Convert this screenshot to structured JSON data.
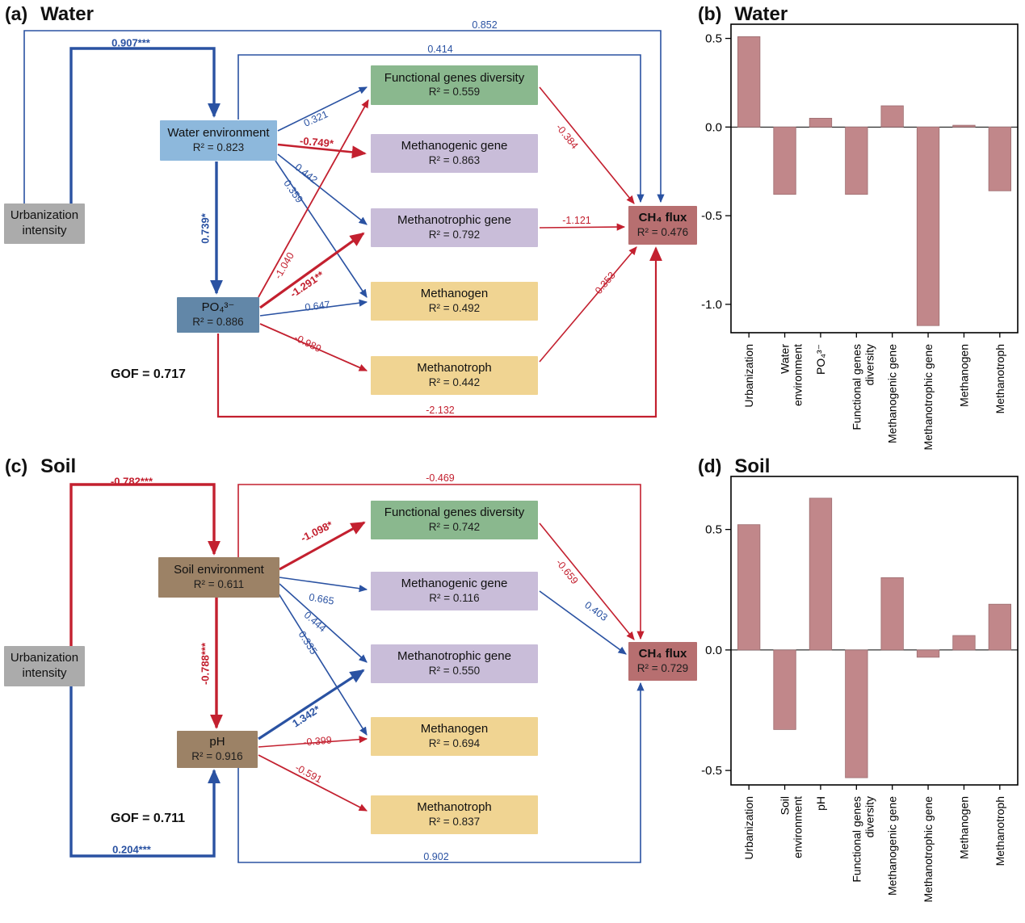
{
  "panel_a": {
    "tag": "(a)",
    "title": "Water",
    "gof": "GOF = 0.717",
    "boxes": {
      "urbanization": {
        "title": "Urbanization\nintensity"
      },
      "water_environment": {
        "title": "Water environment",
        "r2": "R² = 0.823"
      },
      "po4": {
        "title": "PO₄³⁻",
        "r2": "R² = 0.886"
      },
      "functional_genes_diversity": {
        "title": "Functional genes diversity",
        "r2": "R² = 0.559"
      },
      "methanogenic_gene": {
        "title": "Methanogenic gene",
        "r2": "R² = 0.863"
      },
      "methanotrophic_gene": {
        "title": "Methanotrophic gene",
        "r2": "R² = 0.792"
      },
      "methanogen": {
        "title": "Methanogen",
        "r2": "R² = 0.492"
      },
      "methanotroph": {
        "title": "Methanotroph",
        "r2": "R² = 0.442"
      },
      "ch4_flux": {
        "title": "CH₄ flux",
        "r2": "R² = 0.476"
      }
    },
    "edges": {
      "urbanization_to_ch4": "0.852",
      "urbanization_to_water_environment": "0.907***",
      "water_environment_to_ch4": "0.414",
      "water_environment_to_functional_genes_diversity": "0.321",
      "water_environment_to_methanogenic_gene": "-0.749*",
      "water_environment_to_methanotrophic_gene": "0.442",
      "water_environment_to_methanogen": "0.359",
      "water_environment_to_po4": "0.739*",
      "po4_to_functional_genes_diversity": "-1.040",
      "po4_to_methanotrophic_gene": "-1.291**",
      "po4_to_methanogen": "0.647",
      "po4_to_methanotroph": "-0.989",
      "functional_genes_diversity_to_ch4": "-0.384",
      "methanotrophic_gene_to_ch4": "-1.121",
      "methanotroph_to_ch4": "-0.353",
      "po4_to_ch4": "-2.132"
    }
  },
  "panel_b": {
    "tag": "(b)",
    "title": "Water"
  },
  "panel_c": {
    "tag": "(c)",
    "title": "Soil",
    "gof": "GOF = 0.711",
    "boxes": {
      "urbanization": {
        "title": "Urbanization\nintensity"
      },
      "soil_environment": {
        "title": "Soil environment",
        "r2": "R² = 0.611"
      },
      "ph": {
        "title": "pH",
        "r2": "R² = 0.916"
      },
      "functional_genes_diversity": {
        "title": "Functional genes diversity",
        "r2": "R² = 0.742"
      },
      "methanogenic_gene": {
        "title": "Methanogenic gene",
        "r2": "R² = 0.116"
      },
      "methanotrophic_gene": {
        "title": "Methanotrophic gene",
        "r2": "R² = 0.550"
      },
      "methanogen": {
        "title": "Methanogen",
        "r2": "R² = 0.694"
      },
      "methanotroph": {
        "title": "Methanotroph",
        "r2": "R² = 0.837"
      },
      "ch4_flux": {
        "title": "CH₄ flux",
        "r2": "R² = 0.729"
      }
    },
    "edges": {
      "urbanization_to_soil_environment": "-0.782***",
      "soil_environment_to_ch4": "-0.469",
      "soil_environment_to_functional_genes_diversity": "-1.098*",
      "soil_environment_to_methanogenic_gene": "0.665",
      "soil_environment_to_methanotrophic_gene": "0.444",
      "soil_environment_to_methanogen": "0.335",
      "soil_environment_to_ph": "-0.788***",
      "ph_to_methanotrophic_gene": "1.342*",
      "ph_to_methanogen": "-0.399",
      "ph_to_methanotroph": "-0.591",
      "functional_genes_diversity_to_ch4": "-0.659",
      "methanogenic_gene_to_ch4": "0.403",
      "urbanization_to_ph": "0.204***",
      "ph_to_ch4": "0.902"
    }
  },
  "panel_d": {
    "tag": "(d)",
    "title": "Soil"
  },
  "chart_data": [
    {
      "id": "water_effects",
      "type": "bar",
      "title": "Water",
      "categories": [
        "Urbanization",
        "Water environment",
        "PO₄³⁻",
        "Functional genes diversity",
        "Methanogenic gene",
        "Methanotrophic gene",
        "Methanogen",
        "Methanotroph"
      ],
      "tick_labels": [
        "Urbanization",
        "Water\nenvironment",
        "PO₄³⁻",
        "Functional genes\ndiversity",
        "Methanogenic gene",
        "Methanotrophic gene",
        "Methanogen",
        "Methanotroph"
      ],
      "values": [
        0.51,
        -0.38,
        0.05,
        -0.38,
        0.12,
        -1.12,
        0.01,
        -0.36
      ],
      "ylim": [
        -1.16,
        0.58
      ],
      "yticks": [
        0.5,
        0.0,
        -0.5,
        -1.0
      ],
      "bar_color": "#c1878a",
      "grid": false,
      "xlabel": "",
      "ylabel": "",
      "legend": "none"
    },
    {
      "id": "soil_effects",
      "type": "bar",
      "title": "Soil",
      "categories": [
        "Urbanization",
        "Soil environment",
        "pH",
        "Functional genes diversity",
        "Methanogenic gene",
        "Methanotrophic gene",
        "Methanogen",
        "Methanotroph"
      ],
      "tick_labels": [
        "Urbanization",
        "Soil\nenvironment",
        "pH",
        "Functional genes\ndiversity",
        "Methanogenic gene",
        "Methanotrophic gene",
        "Methanogen",
        "Methanotroph"
      ],
      "values": [
        0.52,
        -0.33,
        0.63,
        -0.53,
        0.3,
        -0.03,
        0.06,
        0.19
      ],
      "ylim": [
        -0.56,
        0.72
      ],
      "yticks": [
        0.5,
        0.0,
        -0.5
      ],
      "bar_color": "#c1878a",
      "grid": false,
      "xlabel": "",
      "ylabel": "",
      "legend": "none"
    }
  ],
  "colors": {
    "positive_path": "#2a52a2",
    "negative_path": "#c3202f",
    "bar": "#c1878a",
    "urbanization_box": "#ababab",
    "water_environment_box": "#8db8dc",
    "po4_box": "#6287a8",
    "diversity_box": "#8ab88e",
    "gene_box": "#c9bdd9",
    "microbe_box": "#f0d492",
    "ch4_box": "#b76f70",
    "soil_box": "#9c8266"
  }
}
